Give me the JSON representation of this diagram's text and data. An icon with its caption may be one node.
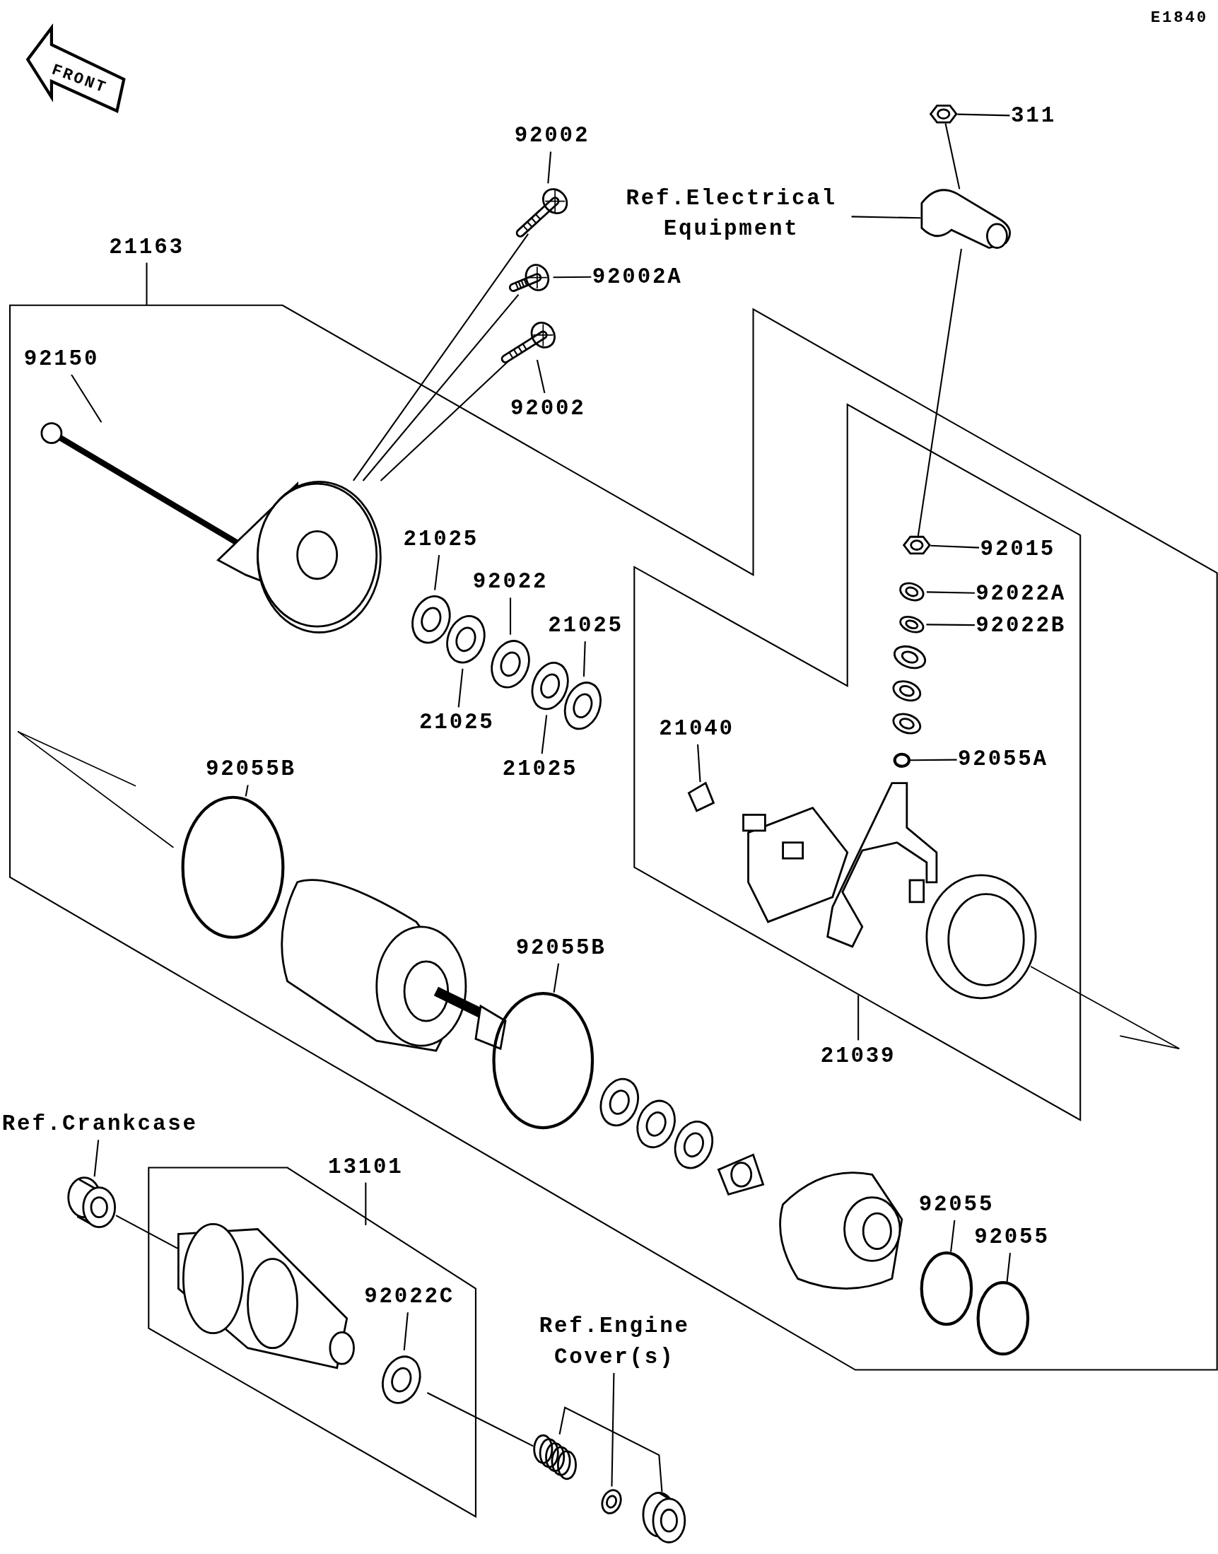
{
  "diagram": {
    "nodes": [
      {
        "text": [
          "311"
        ]
      },
      {
        "text": [
          "Ref.Electrical Equipment"
        ]
      },
      {
        "text": [
          "92002"
        ]
      },
      {
        "text": [
          "92002A"
        ]
      },
      {
        "text": [
          "92002"
        ]
      },
      {
        "text": [
          "21163"
        ]
      },
      {
        "text": [
          "92150"
        ]
      },
      {
        "text": [
          "21025"
        ]
      },
      {
        "text": [
          "92022"
        ]
      },
      {
        "text": [
          "21025"
        ]
      },
      {
        "text": [
          "21025"
        ]
      },
      {
        "text": [
          "21025"
        ]
      },
      {
        "text": [
          "92055B"
        ]
      },
      {
        "text": [
          "92055B"
        ]
      },
      {
        "text": [
          "92015"
        ]
      },
      {
        "text": [
          "92022A"
        ]
      },
      {
        "text": [
          "92022B"
        ]
      },
      {
        "text": [
          "92055A"
        ]
      },
      {
        "text": [
          "21040"
        ]
      },
      {
        "text": [
          "21039"
        ]
      },
      {
        "text": [
          "Ref.Crankcase"
        ]
      },
      {
        "text": [
          "13101"
        ]
      },
      {
        "text": [
          "92022C"
        ]
      },
      {
        "text": [
          "Ref.Engine Cover(s)"
        ]
      },
      {
        "text": [
          "92055"
        ]
      },
      {
        "text": [
          "92055"
        ]
      },
      {
        "text": [],
        "shape": "picture"
      },
      {
        "text": [],
        "shape": "picture"
      },
      {
        "text": [],
        "shape": "picture"
      },
      {
        "text": [],
        "shape": "picture"
      },
      {
        "text": [],
        "shape": "picture"
      },
      {
        "text": [],
        "shape": "picture"
      },
      {
        "text": [],
        "shape": "picture"
      },
      {
        "text": [],
        "shape": "picture"
      },
      {
        "text": [],
        "shape": "picture"
      },
      {
        "text": [],
        "shape": "picture"
      },
      {
        "text": [],
        "shape": "picture"
      },
      {
        "text": [],
        "shape": "picture"
      },
      {
        "text": [],
        "shape": "circle"
      },
      {
        "text": [],
        "shape": "picture"
      },
      {
        "text": [],
        "shape": "circle"
      },
      {
        "text": [],
        "shape": "picture"
      },
      {
        "text": [],
        "shape": "picture"
      },
      {
        "text": [],
        "shape": "picture"
      },
      {
        "text": [],
        "shape": "picture"
      },
      {
        "text": [],
        "shape": "picture"
      },
      {
        "text": [],
        "shape": "circle"
      },
      {
        "text": [],
        "shape": "circle"
      },
      {
        "text": [],
        "shape": "picture"
      },
      {
        "text": [],
        "shape": "picture"
      },
      {
        "text": [],
        "shape": "picture"
      },
      {
        "text": [],
        "shape": "picture"
      },
      {
        "text": [],
        "shape": "picture"
      },
      {
        "text": [],
        "shape": "picture"
      },
      {
        "text": [],
        "shape": "circle"
      },
      {
        "text": [],
        "shape": "picture"
      },
      {
        "text": [],
        "shape": "picture"
      },
      {
        "text": [],
        "shape": "picture"
      },
      {
        "text": [],
        "shape": "picture"
      },
      {
        "text": [],
        "shape": "picture"
      },
      {
        "text": [],
        "shape": "picture"
      },
      {
        "text": [],
        "shape": "picture"
      },
      {
        "text": [],
        "shape": "picture"
      },
      {
        "text": [],
        "shape": "picture"
      },
      {
        "text": [],
        "shape": "picture"
      }
    ],
    "edges": [
      {
        "from": 0,
        "to": 26,
        "arrow": "none"
      },
      {
        "from": 1,
        "to": 27,
        "arrow": "none"
      },
      {
        "from": 2,
        "to": 28,
        "arrow": "none"
      },
      {
        "from": 3,
        "to": 29,
        "arrow": "none"
      },
      {
        "from": 4,
        "to": 30,
        "arrow": "none"
      },
      {
        "from": 5,
        "to": null,
        "arrow": "none"
      },
      {
        "from": 6,
        "to": 31,
        "arrow": "none"
      },
      {
        "from": 7,
        "to": 33,
        "arrow": "none"
      },
      {
        "from": 8,
        "to": 35,
        "arrow": "none"
      },
      {
        "from": 9,
        "to": 37,
        "arrow": "none"
      },
      {
        "from": 10,
        "to": 34,
        "arrow": "none"
      },
      {
        "from": 11,
        "to": 36,
        "arrow": "none"
      },
      {
        "from": 12,
        "to": 38,
        "arrow": "none"
      },
      {
        "from": 13,
        "to": 40,
        "arrow": "none"
      },
      {
        "from": 14,
        "to": 48,
        "arrow": "none"
      },
      {
        "from": 15,
        "to": 49,
        "arrow": "none"
      },
      {
        "from": 16,
        "to": 50,
        "arrow": "none"
      },
      {
        "from": 17,
        "to": 54,
        "arrow": "none"
      },
      {
        "from": 18,
        "to": 55,
        "arrow": "none"
      },
      {
        "from": 19,
        "to": null,
        "arrow": "none"
      },
      {
        "from": 20,
        "to": 59,
        "arrow": "none"
      },
      {
        "from": 21,
        "to": null,
        "arrow": "none"
      },
      {
        "from": 22,
        "to": 61,
        "arrow": "none"
      },
      {
        "from": 23,
        "to": 63,
        "arrow": "none"
      },
      {
        "from": 24,
        "to": 46,
        "arrow": "none"
      },
      {
        "from": 25,
        "to": 47,
        "arrow": "none"
      },
      {
        "from": 26,
        "to": 27,
        "arrow": "none"
      },
      {
        "from": 27,
        "to": 48,
        "arrow": "none"
      },
      {
        "from": 28,
        "to": 32,
        "arrow": "none"
      },
      {
        "from": 29,
        "to": 32,
        "arrow": "none"
      },
      {
        "from": 30,
        "to": 32,
        "arrow": "none"
      },
      {
        "from": 59,
        "to": 60,
        "arrow": "none"
      },
      {
        "from": 61,
        "to": 62,
        "arrow": "none"
      },
      {
        "from": 62,
        "to": 64,
        "arrow": "none"
      }
    ],
    "labels": [
      "E1840",
      "FRONT"
    ]
  }
}
